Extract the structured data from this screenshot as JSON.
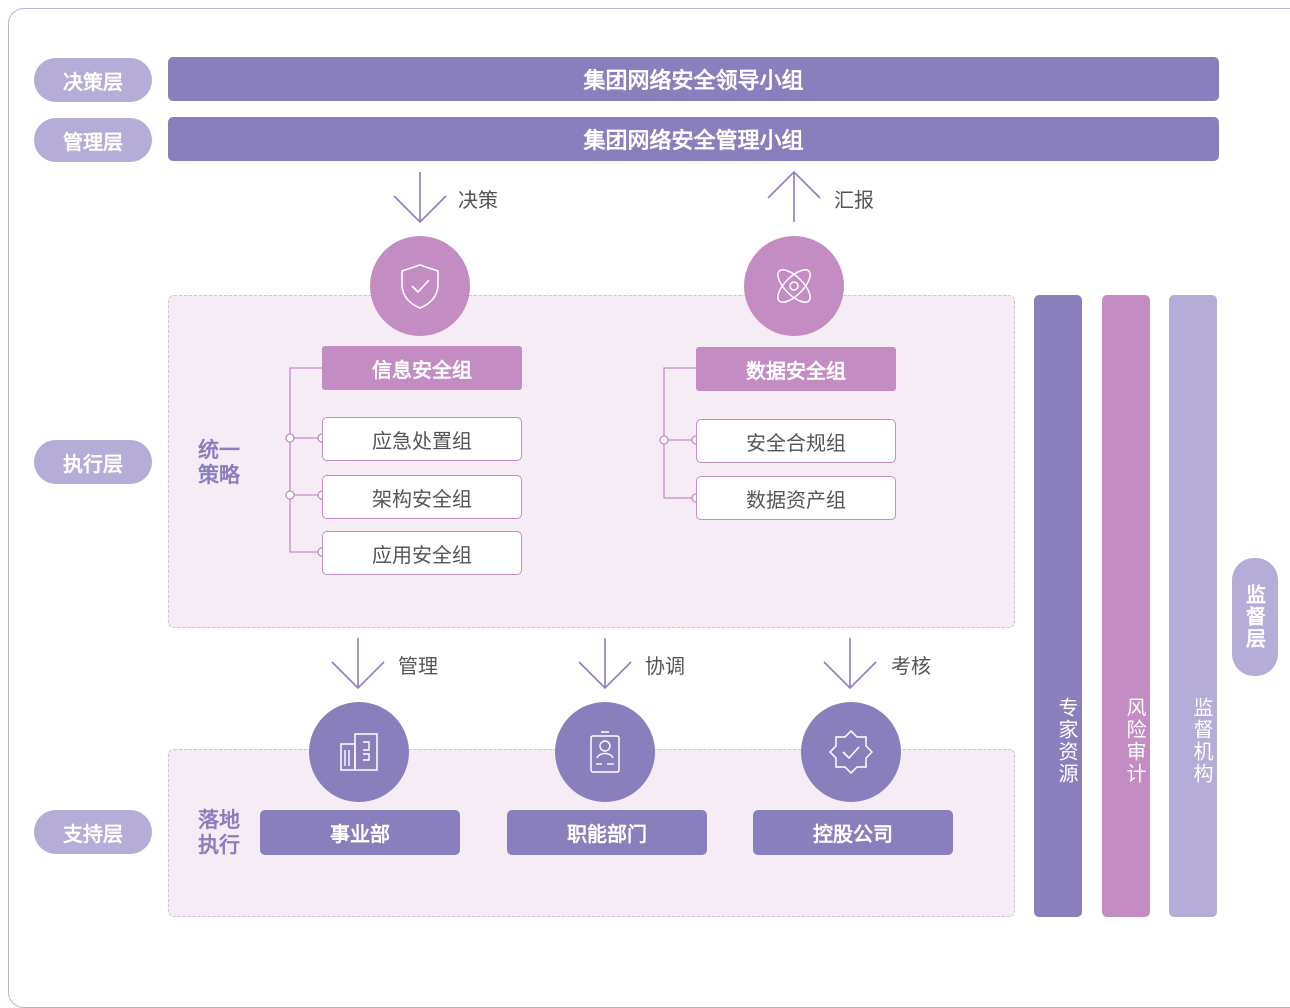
{
  "layers": {
    "decision": "决策层",
    "management": "管理层",
    "execution": "执行层",
    "support": "支持层",
    "supervision": "监督层"
  },
  "bars": {
    "leadership": "集团网络安全领导小组",
    "management": "集团网络安全管理小组"
  },
  "arrows": {
    "decision": "决策",
    "report": "汇报",
    "manage": "管理",
    "coordinate": "协调",
    "assess": "考核"
  },
  "zones": {
    "strategy": "统一策略",
    "landing": "落地执行"
  },
  "groups": {
    "info_security": {
      "title": "信息安全组",
      "items": [
        "应急处置组",
        "架构安全组",
        "应用安全组"
      ]
    },
    "data_security": {
      "title": "数据安全组",
      "items": [
        "安全合规组",
        "数据资产组"
      ]
    }
  },
  "units": [
    "事业部",
    "职能部门",
    "控股公司"
  ],
  "columns": {
    "expert": "专家资源",
    "risk_audit": "风险审计",
    "supervision_org": "监督机构"
  },
  "icons": {
    "info_security": "shield-check-icon",
    "data_security": "atom-icon",
    "business_unit": "building-icon",
    "functional_dept": "id-badge-icon",
    "holding_company": "verified-badge-icon"
  },
  "colors": {
    "primary_purple": "#8a7fbd",
    "light_purple": "#b5acd7",
    "pink": "#c38cc3",
    "zone_bg": "#f5ecf5"
  }
}
